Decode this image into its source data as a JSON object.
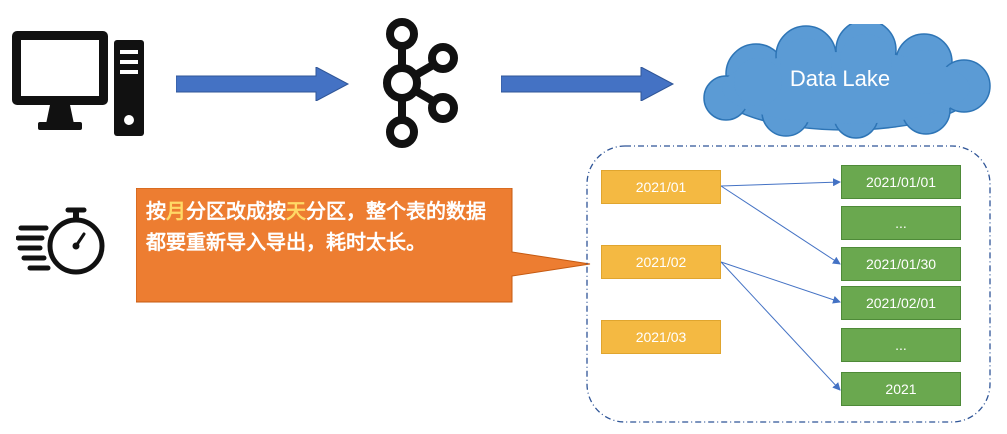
{
  "cloud": {
    "label": "Data Lake"
  },
  "callout": {
    "p1": "按",
    "hl1": "月",
    "p2": "分区改成按",
    "hl2": "天",
    "p3": "分区，整个表的数据都要重新导入导出，耗时太长。"
  },
  "months": [
    "2021/01",
    "2021/02",
    "2021/03"
  ],
  "days": [
    "2021/01/01",
    "...",
    "2021/01/30",
    "2021/02/01",
    "...",
    "2021"
  ],
  "colors": {
    "arrow": "#4472c4",
    "callout": "#ed7d31",
    "month_box": "#f4b942",
    "day_box": "#6aa84f",
    "cloud": "#5b9bd5"
  },
  "icons": [
    "computer-icon",
    "kafka-icon",
    "cloud-icon",
    "stopwatch-icon"
  ]
}
